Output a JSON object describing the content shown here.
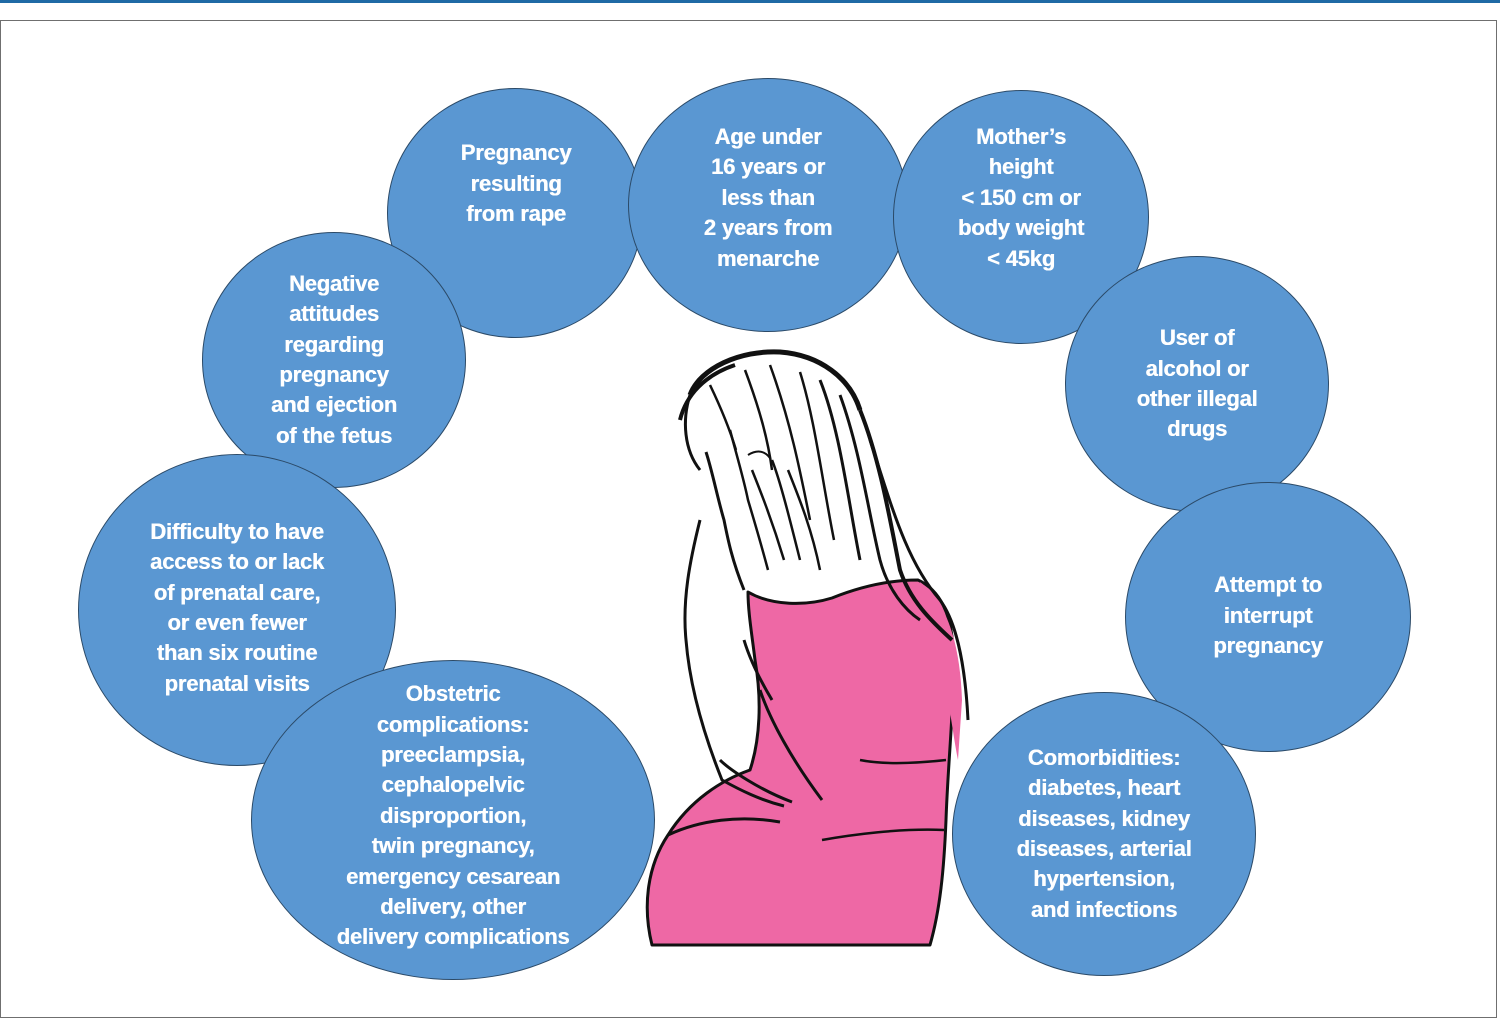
{
  "colors": {
    "circle_fill": "#5a97d2",
    "circle_border": "#2b4a68",
    "accent_rule": "#1f6aa5",
    "dress": "#ee68a5",
    "frame": "#6f6f6f"
  },
  "illustration": {
    "icon": "sad-pregnant-woman-icon"
  },
  "risk_factors": [
    {
      "id": "rape",
      "text": "Pregnancy\nresulting\nfrom rape"
    },
    {
      "id": "age",
      "text": "Age under\n16 years or\nless than\n2 years from\nmenarche"
    },
    {
      "id": "height",
      "text": "Mother’s\nheight\n< 150 cm or\nbody weight\n< 45kg"
    },
    {
      "id": "attitudes",
      "text": "Negative\nattitudes\nregarding\npregnancy\nand ejection\nof the fetus"
    },
    {
      "id": "drugs",
      "text": "User of\nalcohol or\nother illegal\ndrugs"
    },
    {
      "id": "prenatal",
      "text": "Difficulty to have\naccess to or lack\nof prenatal care,\nor even fewer\nthan six routine\nprenatal visits"
    },
    {
      "id": "interrupt",
      "text": "Attempt to\ninterrupt\npregnancy"
    },
    {
      "id": "obstetric",
      "text": "Obstetric\ncomplications:\npreeclampsia,\ncephalopelvic\ndisproportion,\ntwin pregnancy,\nemergency cesarean\ndelivery, other\ndelivery complications"
    },
    {
      "id": "comorbidities",
      "text": "Comorbidities:\ndiabetes, heart\ndiseases, kidney\ndiseases, arterial\nhypertension,\nand infections"
    }
  ]
}
